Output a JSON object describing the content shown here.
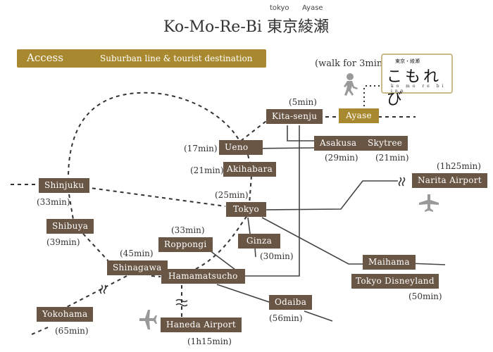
{
  "header": {
    "title_latin": "Ko-Mo-Re-Bi",
    "title_kanji": "東京綾瀬",
    "sub_tokyo": "tokyo",
    "sub_ayase": "Ayase"
  },
  "banner": {
    "label": "Access",
    "subtitle": "Suburban line &  tourist destination",
    "color": "#a8892f"
  },
  "hotel": {
    "walk_note": "(walk for 3min)",
    "logo_top": "東京・綾瀬",
    "logo_main": "こもれび",
    "logo_bottom": "ko mo re bi inn",
    "icon": "walking-person-icon"
  },
  "colors": {
    "station_box": "#6a5645",
    "highlight_box": "#a8892f",
    "line": "#444444",
    "icon_gray": "#999999"
  },
  "stations": [
    {
      "id": "kita-senju",
      "name": "Kita-senju",
      "time": "(5min)"
    },
    {
      "id": "ayase",
      "name": "Ayase",
      "time": "",
      "highlight": true
    },
    {
      "id": "ueno",
      "name": "Ueno",
      "time": "(17min)"
    },
    {
      "id": "asakusa",
      "name": "Asakusa",
      "time": "(29min)"
    },
    {
      "id": "skytree",
      "name": "Skytree",
      "time": "(21min)"
    },
    {
      "id": "akihabara",
      "name": "Akihabara",
      "time": "(21min)"
    },
    {
      "id": "shinjuku",
      "name": "Shinjuku",
      "time": "(33min)"
    },
    {
      "id": "tokyo",
      "name": "Tokyo",
      "time": "(25min)"
    },
    {
      "id": "narita",
      "name": "Narita Airport",
      "time": "(1h25min)"
    },
    {
      "id": "shibuya",
      "name": "Shibuya",
      "time": "(39min)"
    },
    {
      "id": "roppongi",
      "name": "Roppongi",
      "time": "(33min)"
    },
    {
      "id": "ginza",
      "name": "Ginza",
      "time": "(30min)"
    },
    {
      "id": "shinagawa",
      "name": "Shinagawa",
      "time": "(45min)"
    },
    {
      "id": "maihama",
      "name": "Maihama",
      "time": ""
    },
    {
      "id": "hamamatsucho",
      "name": "Hamamatsucho",
      "time": ""
    },
    {
      "id": "disneyland",
      "name": "Tokyo  Disneyland",
      "time": "(50min)"
    },
    {
      "id": "odaiba",
      "name": "Odaiba",
      "time": "(56min)"
    },
    {
      "id": "yokohama",
      "name": "Yokohama",
      "time": "(65min)"
    },
    {
      "id": "haneda",
      "name": "Haneda Airport",
      "time": "(1h15min)"
    }
  ]
}
